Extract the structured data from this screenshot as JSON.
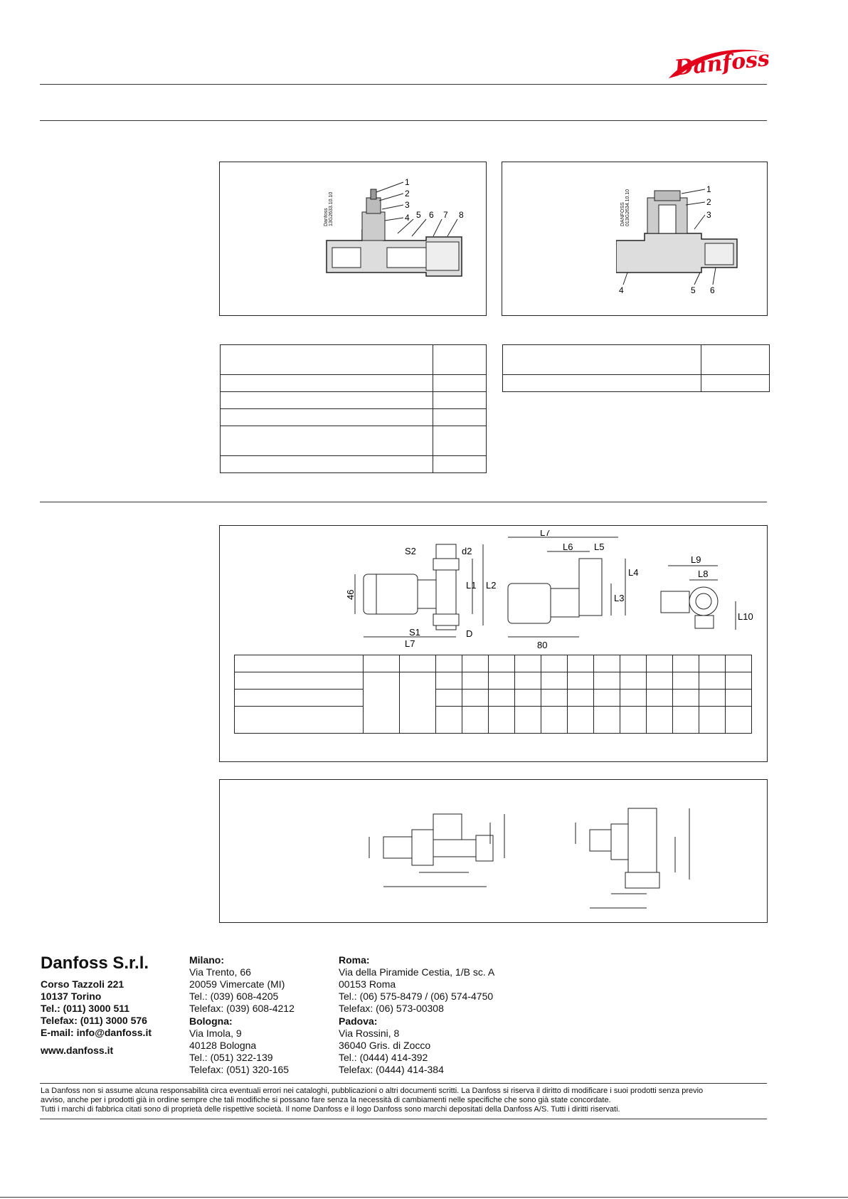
{
  "brand": {
    "logo_text": "Danfoss",
    "color": "#e2001a"
  },
  "figure1": {
    "code": "Danfoss\n13G2633.10.10",
    "callouts": [
      "1",
      "2",
      "3",
      "4",
      "5",
      "6",
      "7",
      "8"
    ]
  },
  "figure2": {
    "code": "DANFOSS\n013G2634.10.10",
    "callouts": [
      "1",
      "2",
      "3",
      "4",
      "5",
      "6"
    ]
  },
  "dimension_drawing": {
    "labels": {
      "s2": "S2",
      "d2": "d2",
      "s1": "S1",
      "d": "D",
      "l1": "L1",
      "l2": "L2",
      "l3": "L3",
      "l4": "L4",
      "l5": "L5",
      "l6": "L6",
      "l7": "L7",
      "l8": "L8",
      "l9": "L9",
      "l10": "L10",
      "h46": "46",
      "w80": "80"
    }
  },
  "footer": {
    "company": "Danfoss S.r.l.",
    "hq": {
      "street": "Corso Tazzoli 221",
      "city": "10137 Torino",
      "tel": "Tel.: (011) 3000 511",
      "fax": "Telefax: (011) 3000 576",
      "email": "E-mail: info@danfoss.it"
    },
    "website": "www.danfoss.it",
    "offices": [
      {
        "city": "Milano:",
        "lines": [
          "Via Trento, 66",
          "20059 Vimercate (MI)",
          "Tel.: (039) 608-4205",
          "Telefax: (039) 608-4212"
        ]
      },
      {
        "city": "Bologna:",
        "lines": [
          "Via Imola, 9",
          "40128 Bologna",
          "Tel.: (051) 322-139",
          "Telefax: (051) 320-165"
        ]
      },
      {
        "city": "Roma:",
        "lines": [
          "Via della Piramide Cestia, 1/B sc. A",
          "00153 Roma",
          "Tel.: (06) 575-8479 / (06) 574-4750",
          "Telefax: (06) 573-00308"
        ]
      },
      {
        "city": "Padova:",
        "lines": [
          "Via Rossini, 8",
          "36040 Gris. di Zocco",
          "Tel.: (0444) 414-392",
          "Telefax: (0444) 414-384"
        ]
      }
    ],
    "disclaimer": [
      "La Danfoss non si assume alcuna responsabilità circa eventuali errori nei cataloghi, pubblicazioni o altri documenti scritti. La Danfoss si riserva il diritto di modificare i suoi prodotti senza previo",
      "avviso, anche per i prodotti già in ordine sempre che tali modifiche si possano fare senza la necessità di cambiamenti nelle specifiche che sono già state concordate.",
      "Tutti i marchi di fabbrica citati sono di proprietà delle rispettive società. Il nome Danfoss e il logo Danfoss sono marchi depositati della Danfoss A/S. Tutti i diritti riservati."
    ]
  }
}
